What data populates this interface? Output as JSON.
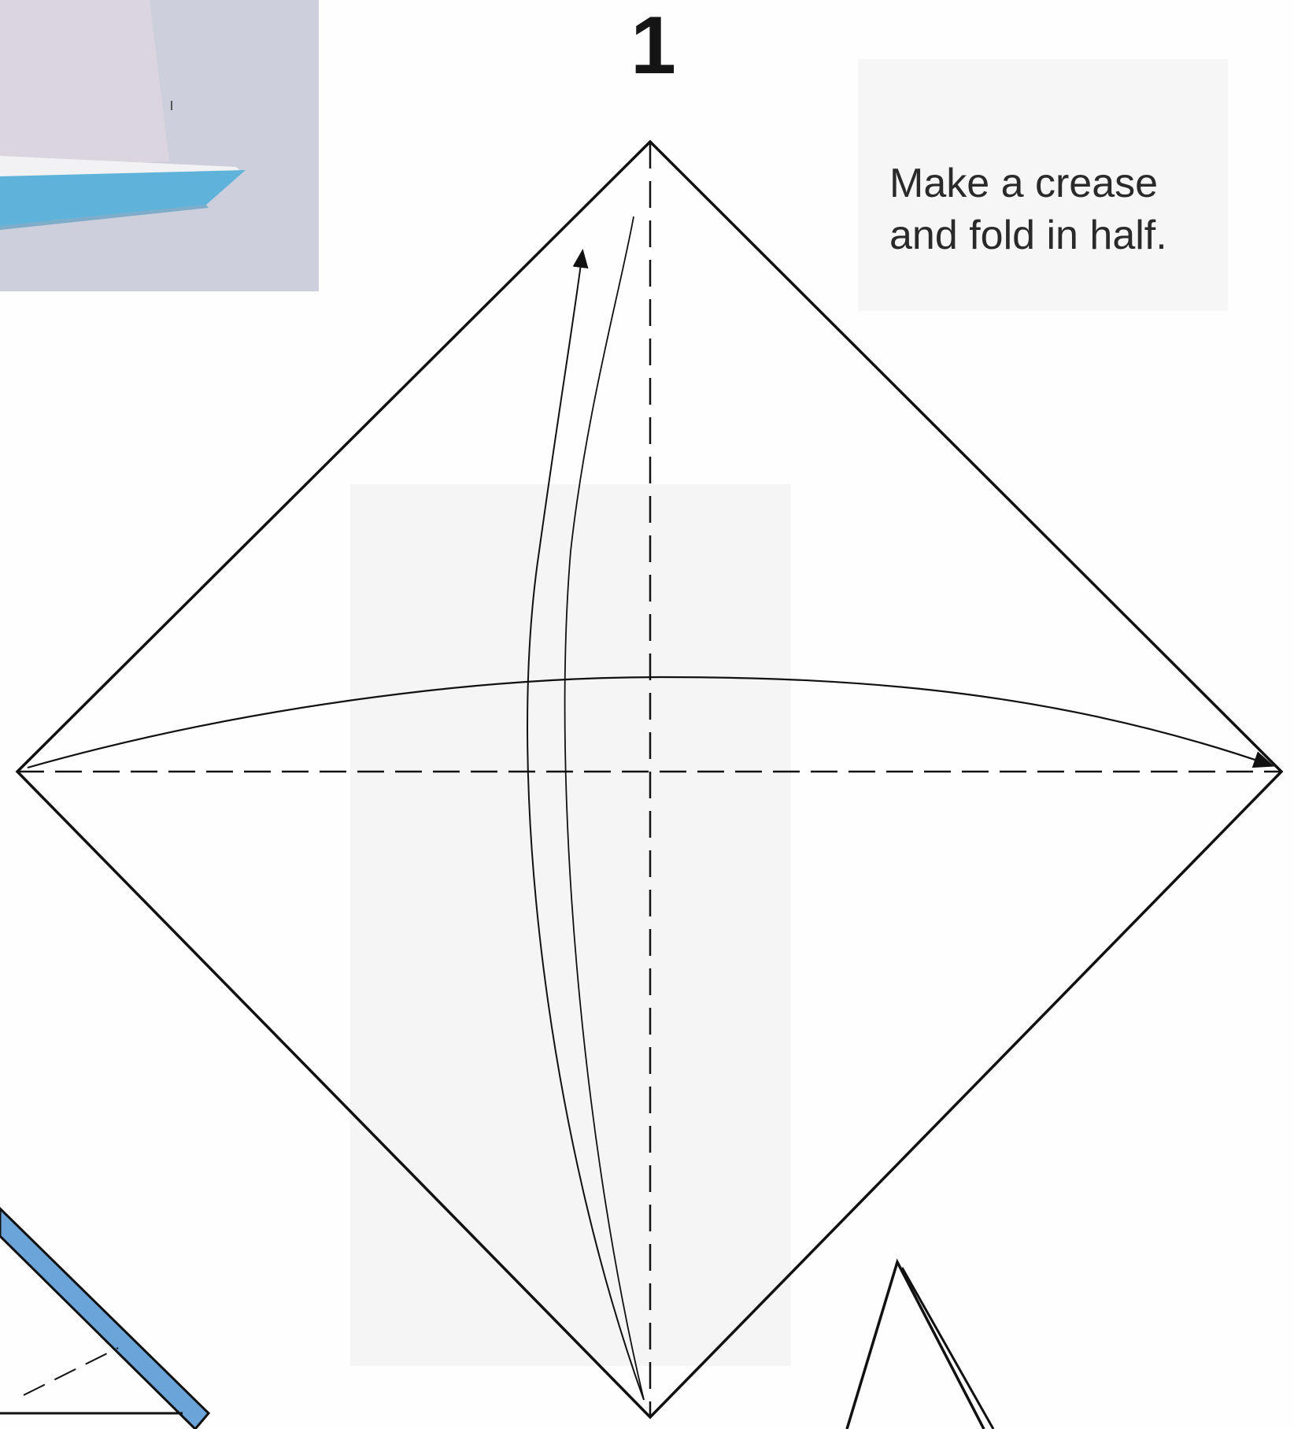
{
  "step": {
    "number": "1",
    "instruction_lines": [
      "Make a crease",
      "and fold in half."
    ]
  },
  "colors": {
    "line": "#111111",
    "photo_background": "#cdd0dc",
    "boat_hull": "#5fb3da",
    "boat_deck": "#f2f2f4",
    "folded_paper_blue": "#6aa4d8"
  },
  "elements": {
    "photo": "paper-boat-photo",
    "square": "paper-square-diamond",
    "vertical_crease": "dashed-valley-fold-line",
    "horizontal_crease": "dashed-valley-fold-line",
    "vertical_arrow": "fold-up-and-unfold-arrow",
    "horizontal_arrow": "fold-left-to-right-arrow"
  }
}
